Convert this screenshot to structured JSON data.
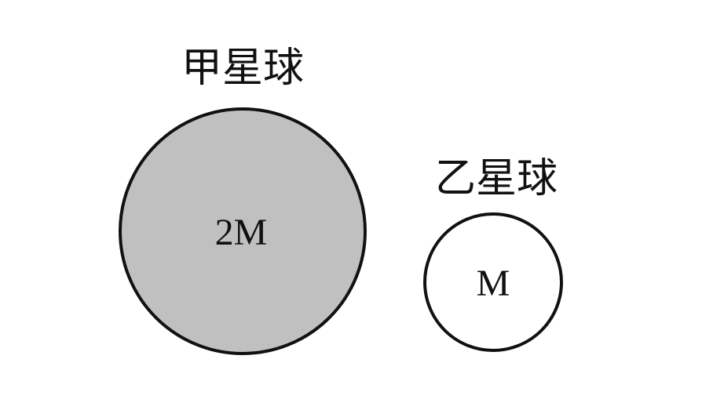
{
  "planets": [
    {
      "name": "甲星球",
      "mass": "2M",
      "fill": "#c0c0c0"
    },
    {
      "name": "乙星球",
      "mass": "M",
      "fill": "#ffffff"
    }
  ],
  "colors": {
    "stroke": "#111111",
    "text": "#111111",
    "background": "#ffffff"
  }
}
